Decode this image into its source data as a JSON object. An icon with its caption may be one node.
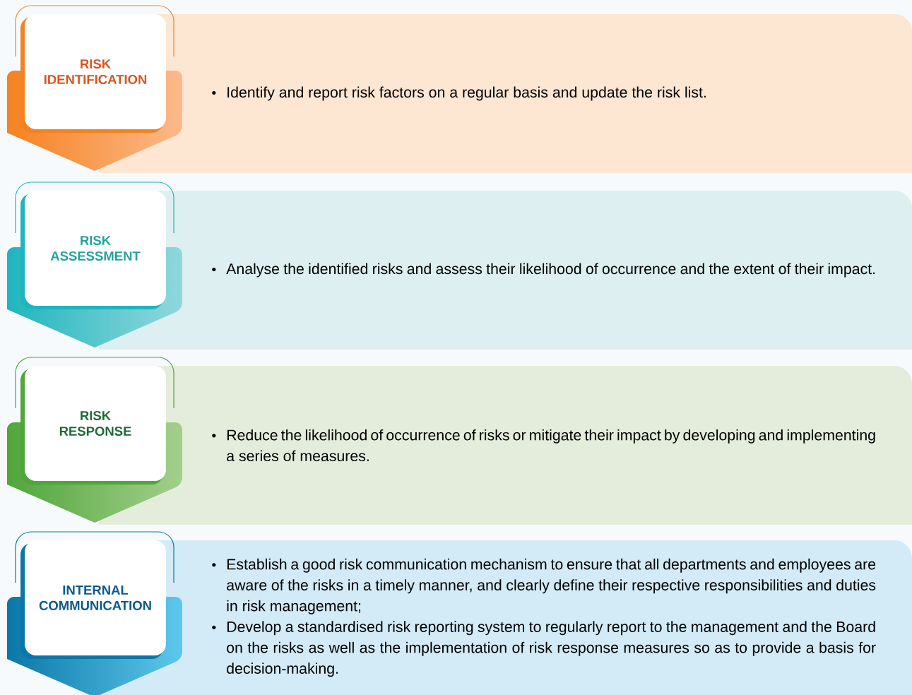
{
  "diagram": {
    "nodes": [
      {
        "text": [
          "RISK IDENTIFICATION"
        ]
      },
      {
        "text": [
          "Identify and report risk factors on a regular basis and update the risk list."
        ]
      },
      {
        "text": [
          "RISK ASSESSMENT"
        ]
      },
      {
        "text": [
          "Analyse the identified risks and assess their likelihood of occurrence and the extent of their impact."
        ]
      },
      {
        "text": [
          "RISK RESPONSE"
        ]
      },
      {
        "text": [
          "Reduce the likelihood of occurrence of risks or mitigate their impact by developing and implementing a series of measures."
        ]
      },
      {
        "text": [
          "INTERNAL COMMUNICATION"
        ]
      },
      {
        "text": [
          "Establish a good risk communication mechanism to ensure that all departments and employees are aware of the risks in a timely manner, and clearly define their respective responsibilities and duties in risk management;",
          "Develop a standardised risk reporting system to regularly report to the management and the Board on the risks as well as the implementation of risk response measures so as to provide a basis for decision-making."
        ]
      }
    ]
  }
}
